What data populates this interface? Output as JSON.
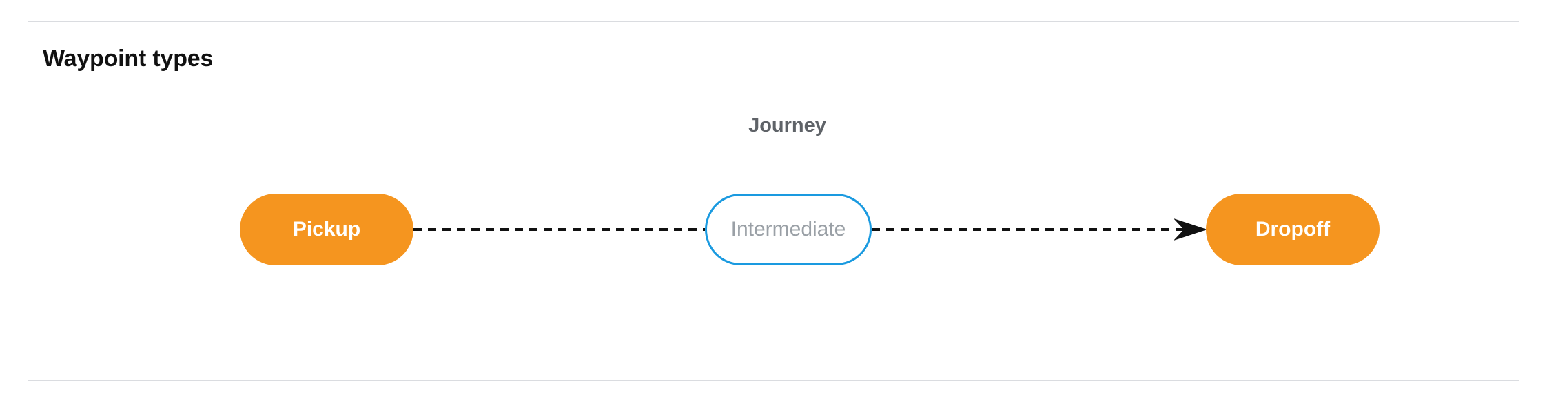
{
  "section": {
    "title": "Waypoint types"
  },
  "diagram": {
    "group_label": "Journey",
    "nodes": [
      {
        "id": "pickup",
        "label": "Pickup",
        "kind": "terminal",
        "fill": "#f5951f",
        "text_color": "#ffffff"
      },
      {
        "id": "intermediate",
        "label": "Intermediate",
        "kind": "optional",
        "fill": "#ffffff",
        "border_color": "#1a9ae0",
        "text_color": "#9aa0a6"
      },
      {
        "id": "dropoff",
        "label": "Dropoff",
        "kind": "terminal",
        "fill": "#f5951f",
        "text_color": "#ffffff"
      }
    ],
    "edges": [
      {
        "from": "pickup",
        "to": "intermediate",
        "style": "dashed",
        "arrow": false,
        "color": "#111111"
      },
      {
        "from": "intermediate",
        "to": "dropoff",
        "style": "dashed",
        "arrow": true,
        "color": "#111111"
      }
    ]
  },
  "colors": {
    "accent_orange": "#f5951f",
    "accent_blue": "#1a9ae0",
    "muted_text": "#9aa0a6",
    "label_text": "#5f6368",
    "divider": "#dadce0"
  }
}
